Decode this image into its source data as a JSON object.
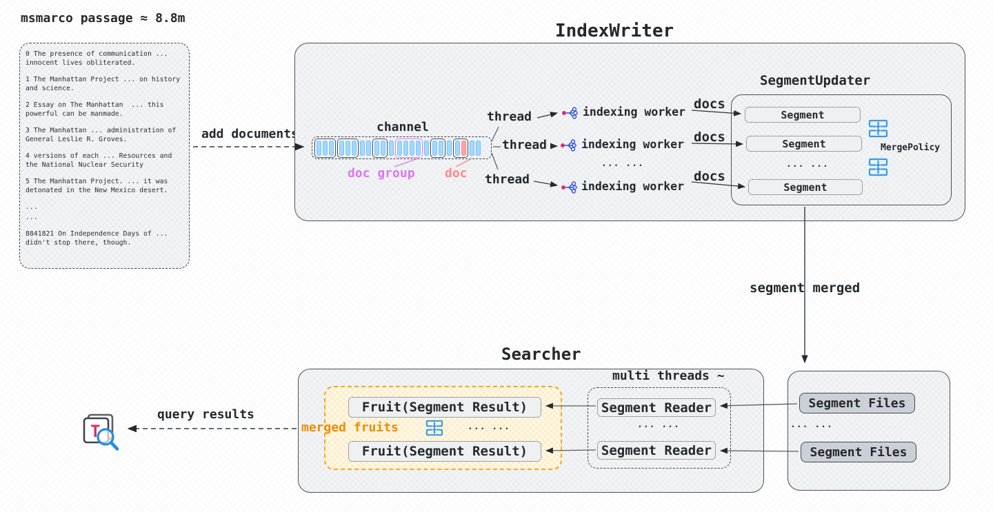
{
  "colors": {
    "violet": "#da77f2",
    "salmon": "#ff8787",
    "orange": "#f08c00",
    "orange_border": "#f5a623",
    "accent_blue": "#339af0",
    "bar_blue": "#a5d8ff",
    "bar_blue_border": "#74c0fc",
    "bar_red": "#ffa2a2",
    "bar_red_border": "#ff8787",
    "worker_dot": "#d6336c",
    "worker_branch": "#3b5bdb",
    "query_t": "#d6336c",
    "magnifier": "#228be6",
    "stroke_dark": "#2b2f33"
  },
  "corpus": {
    "title": "msmarco passage ≈ 8.8m",
    "passages": [
      "0 The presence of communication ...\ninnocent lives obliterated.",
      "1 The Manhattan Project ... on history\nand science.",
      "2 Essay on The Manhattan  ... this\npowerful can be manmade.",
      "3 The Manhattan ... administration of\nGeneral Leslie R. Groves.",
      "4 versions of each ... Resources and\nthe National Nuclear Security",
      "5 The Manhattan Project. ... it was\ndetonated in the New Mexico desert.",
      "...",
      "...",
      "8841821 On Independence Days of ...\ndidn't stop there, though."
    ]
  },
  "flow": {
    "add_documents": "add documents",
    "segment_merged": "segment merged",
    "query_results": "query results"
  },
  "indexwriter": {
    "title": "IndexWriter",
    "channel": {
      "label": "channel",
      "doc_group_label": "doc group",
      "doc_label": "doc",
      "items": [
        {
          "kind": "group",
          "bars": [
            "b",
            "b",
            "b"
          ]
        },
        {
          "kind": "group",
          "bars": [
            "b",
            "b",
            "b"
          ]
        },
        {
          "kind": "bar",
          "color": "b"
        },
        {
          "kind": "bar",
          "color": "b"
        },
        {
          "kind": "group",
          "bars": [
            "b",
            "b"
          ]
        },
        {
          "kind": "bar",
          "color": "b"
        },
        {
          "kind": "group",
          "highlight": true,
          "bars": [
            "b",
            "b",
            "b",
            "b"
          ]
        },
        {
          "kind": "bar",
          "color": "b"
        },
        {
          "kind": "group",
          "bars": [
            "b",
            "b"
          ]
        },
        {
          "kind": "bar",
          "color": "b"
        },
        {
          "kind": "group",
          "bars": [
            "b",
            "r"
          ]
        },
        {
          "kind": "bar",
          "color": "b"
        },
        {
          "kind": "bar",
          "color": "b"
        }
      ]
    },
    "thread_rows": [
      {
        "thread": "thread",
        "worker": "indexing worker",
        "docs": "docs"
      },
      {
        "thread": "thread",
        "worker": "indexing worker",
        "docs": "docs"
      },
      {
        "thread": "thread",
        "worker": "indexing worker",
        "docs": "docs"
      }
    ],
    "threads_ellipsis": "...  ...",
    "segmentupdater": {
      "title": "SegmentUpdater",
      "segments": [
        "Segment",
        "Segment",
        "Segment"
      ],
      "ellipsis": "...  ...",
      "merge_policy": "MergePolicy"
    }
  },
  "searcher": {
    "title": "Searcher",
    "merged_fruits_label": "merged fruits",
    "fruits": [
      "Fruit(Segment Result)",
      "Fruit(Segment Result)"
    ],
    "fruits_ellipsis": "...  ...",
    "multi_threads_label": "multi threads ~",
    "readers": [
      "Segment Reader",
      "Segment Reader"
    ],
    "readers_ellipsis": "...  ..."
  },
  "storage": {
    "files": [
      "Segment Files",
      "Segment Files"
    ],
    "ellipsis": "...  ..."
  },
  "icons": {
    "merge": "merge-icon",
    "worker": "tokenizer-icon",
    "query": "document-search-icon"
  }
}
